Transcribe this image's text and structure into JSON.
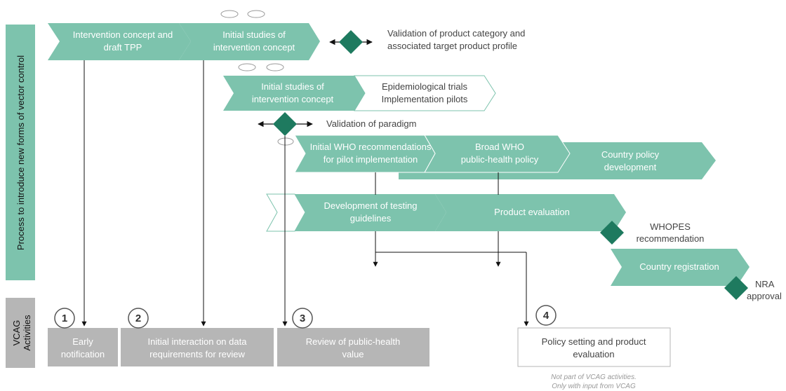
{
  "colors": {
    "green": "#7dc3ad",
    "dark_green": "#1e7a5f",
    "gray": "#b6b6b6",
    "side_bar": "#7dc3ad"
  },
  "side": {
    "process": "Process to introduce new forms of vector control",
    "vcag": [
      "VCAG",
      "Activities"
    ]
  },
  "steps": {
    "concept": [
      "Intervention concept and",
      "draft TPP"
    ],
    "initial_studies_1": [
      "Initial studies of",
      "intervention concept"
    ],
    "initial_studies_2": [
      "Initial studies of",
      "intervention concept"
    ],
    "epi": [
      "Epidemiological trials",
      "Implementation pilots"
    ],
    "who_pilot": [
      "Initial WHO recommendations",
      "for pilot implementation"
    ],
    "broad_who": [
      "Broad WHO",
      "public-health policy"
    ],
    "country_policy": [
      "Country policy",
      "development"
    ],
    "dev_testing": [
      "Development of testing",
      "guidelines"
    ],
    "product_eval": "Product evaluation",
    "country_reg": "Country registration"
  },
  "milestones": {
    "validation_product": [
      "Validation of product category and",
      "associated target product profile"
    ],
    "validation_paradigm": "Validation of paradigm",
    "whopes": [
      "WHOPES",
      "recommendation"
    ],
    "nra": [
      "NRA",
      "approval"
    ]
  },
  "vcag": [
    {
      "number": "1",
      "label": [
        "Early",
        "notification"
      ]
    },
    {
      "number": "2",
      "label": [
        "Initial interaction on data",
        "requirements for review"
      ]
    },
    {
      "number": "3",
      "label": [
        "Review of public-health",
        "value"
      ]
    },
    {
      "number": "4",
      "label": [
        "Policy setting and product",
        "evaluation"
      ]
    }
  ],
  "note": [
    "Not part of VCAG activities.",
    "Only with input from VCAG"
  ]
}
